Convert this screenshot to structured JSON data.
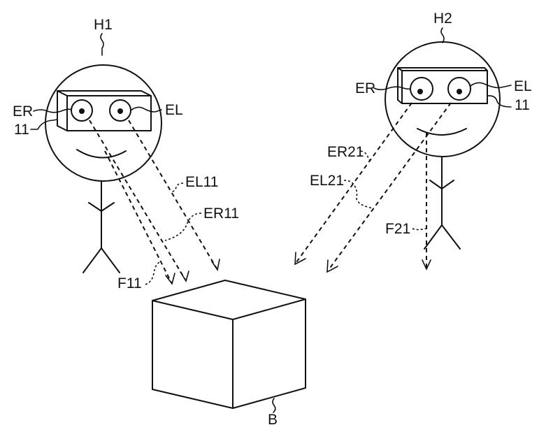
{
  "figure": {
    "persons": [
      {
        "id": "H1",
        "label": "H1",
        "device_label": "11",
        "right_eye_label": "ER",
        "left_eye_label": "EL",
        "gaze_lines": [
          {
            "label": "EL11",
            "kind": "left-eye-gaze",
            "target": "object B"
          },
          {
            "label": "ER11",
            "kind": "right-eye-gaze",
            "target": "object B"
          },
          {
            "label": "F11",
            "kind": "face-direction",
            "target": "object B"
          }
        ]
      },
      {
        "id": "H2",
        "label": "H2",
        "device_label": "11",
        "right_eye_label": "ER",
        "left_eye_label": "EL",
        "gaze_lines": [
          {
            "label": "ER21",
            "kind": "right-eye-gaze",
            "target": "lower-left"
          },
          {
            "label": "EL21",
            "kind": "left-eye-gaze",
            "target": "lower-left"
          },
          {
            "label": "F21",
            "kind": "face-direction",
            "target": "downward"
          }
        ]
      }
    ],
    "object": {
      "label": "B",
      "shape": "cube"
    }
  }
}
